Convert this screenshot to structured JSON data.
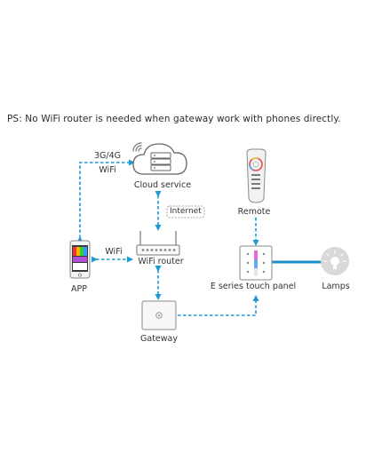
{
  "note": "PS: No WiFi router is needed when gateway work with phones directly.",
  "labels": {
    "cloud_service": "Cloud service",
    "mobile_network": "3G/4G",
    "wifi_top": "WiFi",
    "internet": "Internet",
    "remote": "Remote",
    "wifi_left": "WiFi",
    "wifi_router": "WiFi router",
    "app": "APP",
    "touch_panel": "E series touch panel",
    "lamps": "Lamps",
    "gateway": "Gateway"
  },
  "colors": {
    "link": "#1a9ad6",
    "cable": "#1a8fc9",
    "device_outline": "#8a8a8a",
    "lamp": "#d9d9d9"
  },
  "icons": [
    "cloud-icon",
    "wifi-signal-icon",
    "remote-icon",
    "router-icon",
    "phone-icon",
    "touch-panel-icon",
    "lamp-icon",
    "gateway-icon"
  ]
}
